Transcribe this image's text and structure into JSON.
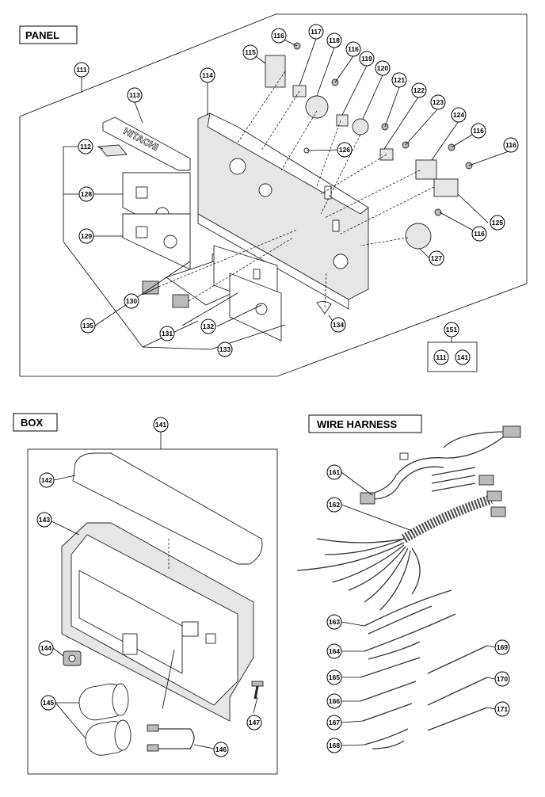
{
  "sections": {
    "panel": "PANEL",
    "box": "BOX",
    "wire_harness": "WIRE HARNESS"
  },
  "panel_parts": {
    "p111": "111",
    "p112": "112",
    "p113": "113",
    "p114": "114",
    "p115": "115",
    "p116a": "116",
    "p116b": "116",
    "p116c": "116",
    "p116d": "116",
    "p116e": "116",
    "p117": "117",
    "p118": "118",
    "p119": "119",
    "p120": "120",
    "p121": "121",
    "p122": "122",
    "p123": "123",
    "p124": "124",
    "p125": "125",
    "p126": "126",
    "p127": "127",
    "p128": "128",
    "p129": "129",
    "p130": "130",
    "p131": "131",
    "p132": "132",
    "p133": "133",
    "p134": "134",
    "p135": "135",
    "p151": "151",
    "p151_111": "111",
    "p151_141": "141"
  },
  "box_parts": {
    "p141": "141",
    "p142": "142",
    "p143": "143",
    "p144": "144",
    "p145": "145",
    "p146": "146",
    "p147": "147"
  },
  "harness_parts": {
    "p161": "161",
    "p162": "162",
    "p163": "163",
    "p164": "164",
    "p165": "165",
    "p166": "166",
    "p167": "167",
    "p168": "168",
    "p169": "169",
    "p170": "170",
    "p171": "171"
  },
  "brand_logo": "HITACHI"
}
